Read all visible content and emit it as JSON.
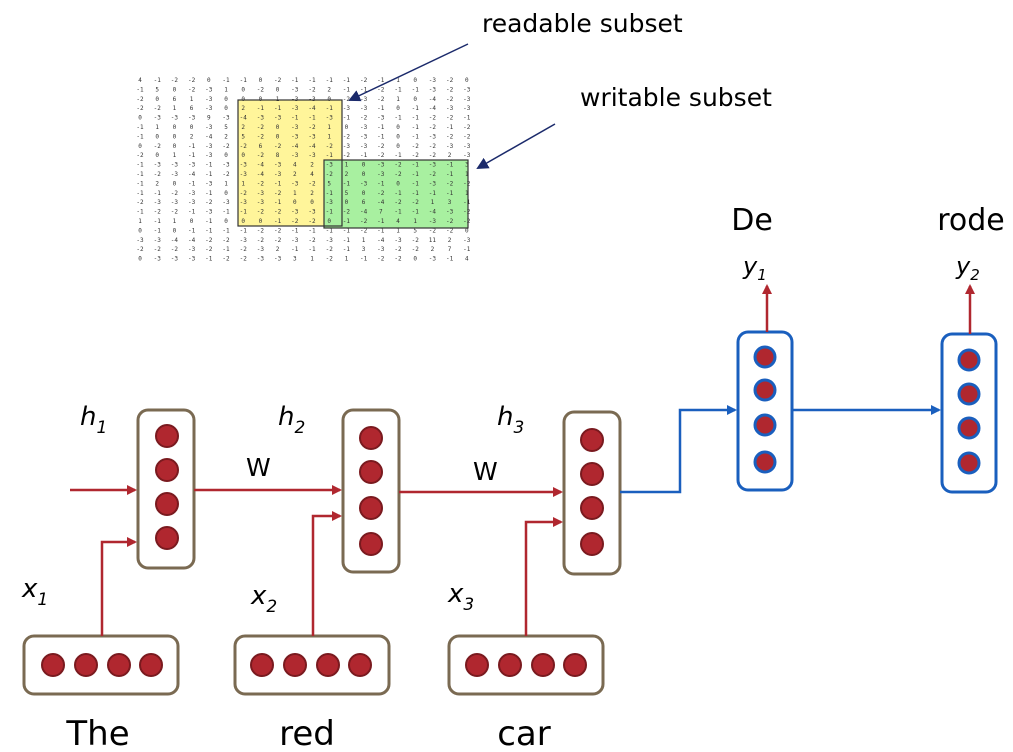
{
  "annotations": {
    "readable": "readable subset",
    "writable": "writable subset"
  },
  "colors": {
    "encoder": "#b0272f",
    "decoder": "#1a5fbe",
    "encoder_box": "#7a6a52",
    "decoder_box": "#1a5fbe",
    "readable_fill": "#fff59a",
    "writable_fill": "#a8f0a0",
    "pointer": "#1b2a6b"
  },
  "hidden_states": [
    {
      "sym": "h",
      "sub": "1"
    },
    {
      "sym": "h",
      "sub": "2"
    },
    {
      "sym": "h",
      "sub": "3"
    }
  ],
  "inputs": [
    {
      "sym": "x",
      "sub": "1",
      "word": "The"
    },
    {
      "sym": "x",
      "sub": "2",
      "word": "red"
    },
    {
      "sym": "x",
      "sub": "3",
      "word": "car"
    }
  ],
  "weights": [
    "W",
    "W"
  ],
  "outputs": [
    {
      "sym": "y",
      "sub": "1",
      "word": "De"
    },
    {
      "sym": "y",
      "sub": "2",
      "word": "rode"
    }
  ],
  "matrix_rows": [
    "4 -1 -2 -2 0 -1 -1 0 -2 -1 -1 -1 -1 -2 -1 1 0 -3 -2 0",
    "-1 5 0 -2 -3 1 0 -2 0 -3 -2 2 -1 -1 -2 -1 -1 -3 -2 -3",
    "-2 0 6 1 -3 0 0 0 1 -3 -3 0 -2 -3 -2 1 0 -4 -2 -3",
    "-2 -2 1 6 -3 0 2 -1 -1 -3 -4 -1 -3 -3 -1 0 -1 -4 -3 -3",
    "0 -3 -3 -3 9 -3 -4 -3 -3 -1 -1 -3 -1 -2 -3 -1 -1 -2 -2 -1",
    "-1 1 0 0 -3 5 2 -2 0 -3 -2 1 0 -3 -1 0 -1 -2 -1 -2",
    "-1 0 0 2 -4 2 5 -2 0 -3 -3 1 -2 -3 -1 0 -1 -3 -2 -2",
    "0 -2 0 -1 -3 -2 -2 6 -2 -4 -4 -2 -3 -3 -2 0 -2 -2 -3 -3",
    "-2 0 1 -1 -3 0 0 -2 8 -3 -3 -1 -2 -1 -2 -1 -2 -2 2 -3",
    "-1 -3 -3 -3 -1 -3 -3 -4 -3 4 2 -3 1 0 -3 -2 -1 -3 -1 3",
    "-1 -2 -3 -4 -1 -2 -3 -4 -3 2 4 -2 2 0 -3 -2 -1 -2 -1 1",
    "-1 2 0 -1 -3 1 1 -2 -1 -3 -2 5 -1 -3 -1 0 -1 -3 -2 -2",
    "-1 -1 -2 -3 -1 0 -2 -3 -2 1 2 -1 5 0 -2 -1 -1 -1 -1 1",
    "-2 -3 -3 -3 -2 -3 -3 -3 -1 0 0 -3 0 6 -4 -2 -2 1 3 -1",
    "-1 -2 -2 -1 -3 -1 -1 -2 -2 -3 -3 -1 -2 -4 7 -1 -1 -4 -3 -2",
    "1 -1 1 0 -1 0 0 0 -1 -2 -2 0 -1 -2 -1 4 1 -3 -2 -2",
    "0 -1 0 -1 -1 -1 -1 -2 -2 -1 -1 -1 -1 -2 -1 1 5 -2 -2 0",
    "-3 -3 -4 -4 -2 -2 -3 -2 -2 -3 -2 -3 -1 1 -4 -3 -2 11 2 -3",
    "-2 -2 -2 -3 -2 -1 -2 -3 2 -1 -1 -2 -1 3 -3 -2 -2 2 7 -1",
    "0 -3 -3 -3 -1 -2 -2 -3 -3 3 1 -2 1 -1 -2 -2 0 -3 -1 4"
  ]
}
